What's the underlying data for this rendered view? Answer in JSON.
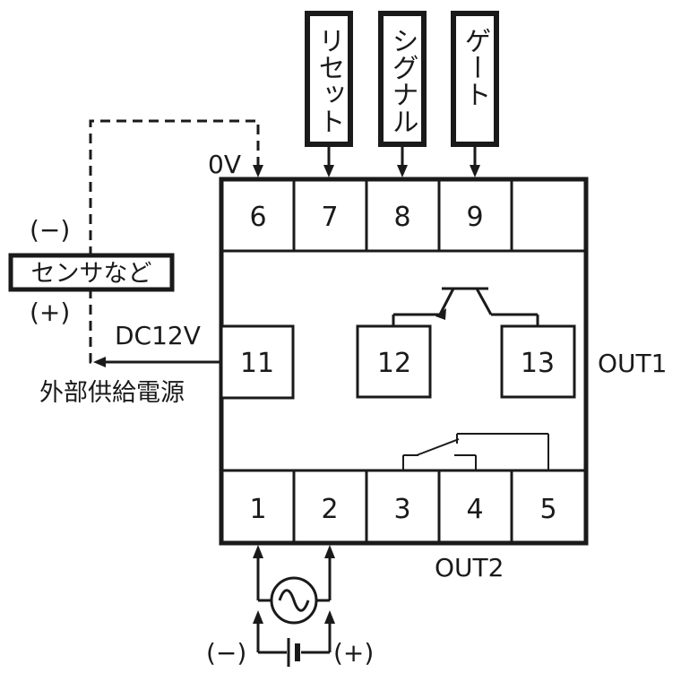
{
  "top_inputs": [
    "リセット",
    "シグナル",
    "ゲート"
  ],
  "terminals_top": [
    "6",
    "7",
    "8",
    "9",
    ""
  ],
  "terminals_bottom": [
    "1",
    "2",
    "3",
    "4",
    "5"
  ],
  "terminal_11": "11",
  "terminal_12": "12",
  "terminal_13": "13",
  "label_0v": "0V",
  "sensor": {
    "label": "センサなど",
    "minus": "(−)",
    "plus": "(+)"
  },
  "dc_label": "DC12V",
  "external_supply": "外部供給電源",
  "out1": "OUT1",
  "out2": "OUT2",
  "power_minus": "(−)",
  "power_plus": "(+)"
}
